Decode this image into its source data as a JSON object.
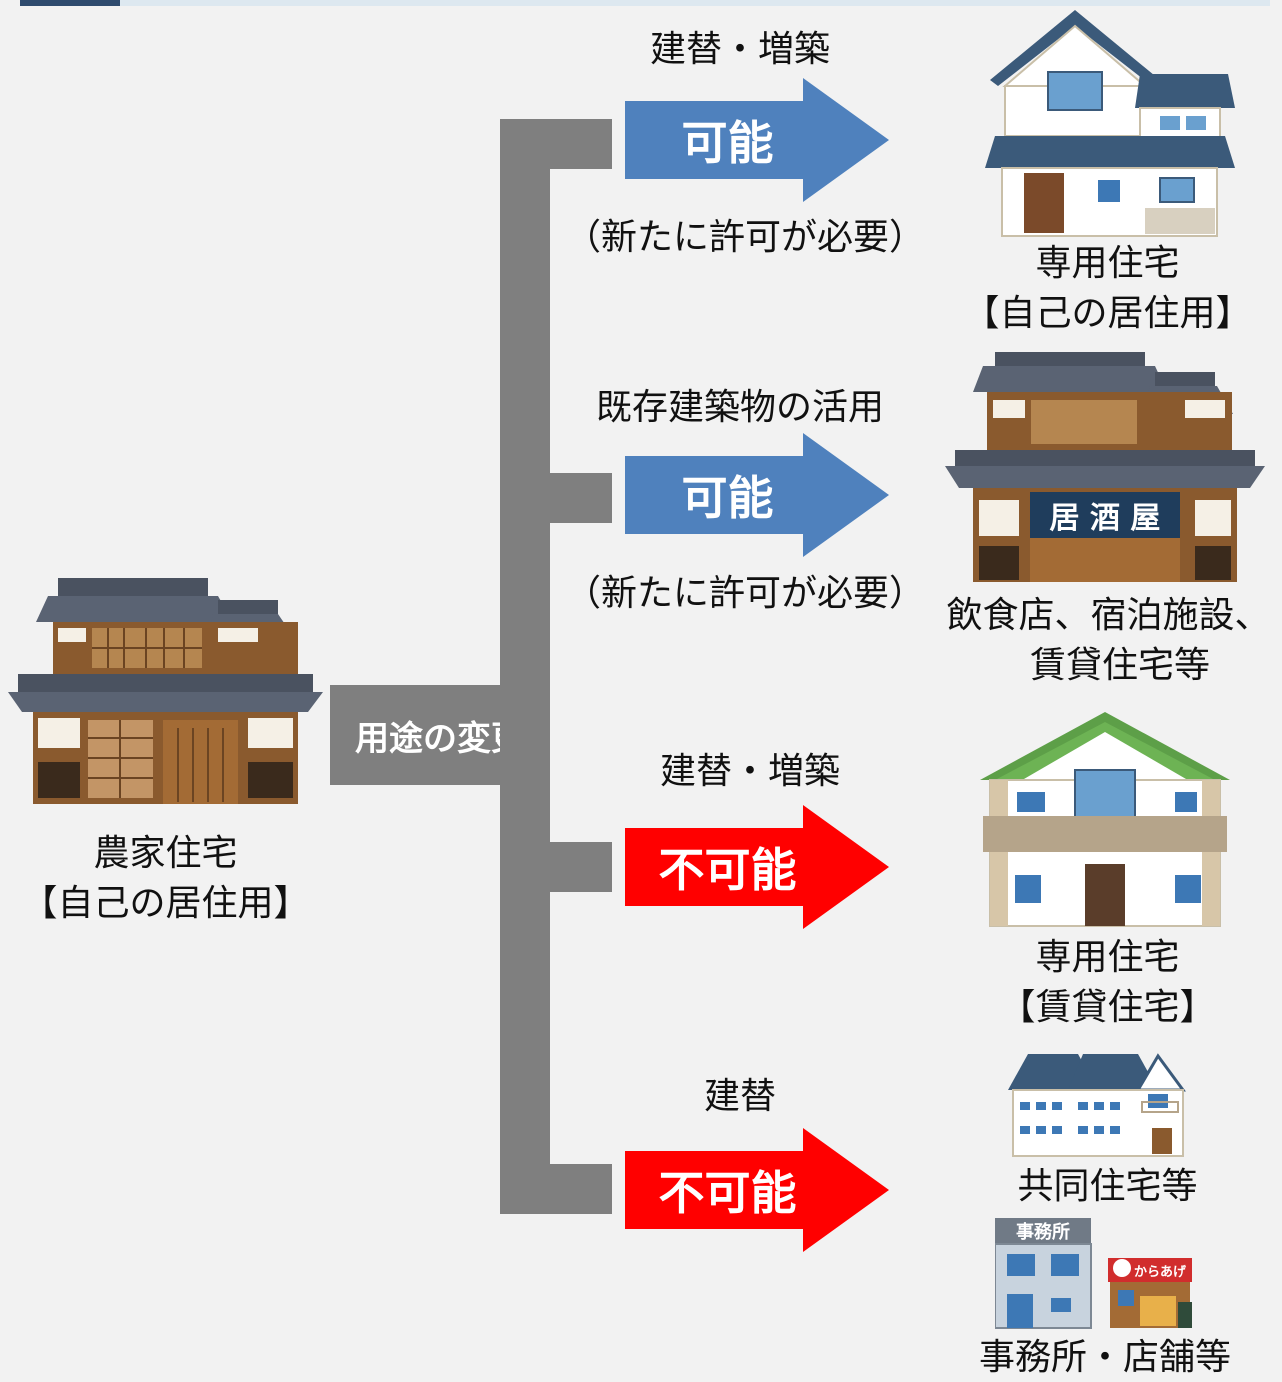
{
  "source": {
    "label_line1": "農家住宅",
    "label_line2": "【自己の居住用】",
    "icon": "traditional-farmhouse-icon"
  },
  "trunk_label": "用途の変更",
  "colors": {
    "possible": "#4f81bd",
    "impossible": "#ff0000",
    "connector": "#7f7f7f"
  },
  "branches": [
    {
      "top_label": "建替・増築",
      "verdict": "可能",
      "note": "（新たに許可が必要）",
      "target_line1": "専用住宅",
      "target_line2": "【自己の居住用】",
      "icon": "two-story-house-icon"
    },
    {
      "top_label": "既存建築物の活用",
      "verdict": "可能",
      "note": "（新たに許可が必要）",
      "target_line1": "飲食店、宿泊施設、",
      "target_line2": "賃貸住宅等",
      "icon": "izakaya-building-icon",
      "sign_text": "居 酒 屋"
    },
    {
      "top_label": "建替・増築",
      "verdict": "不可能",
      "target_line1": "専用住宅",
      "target_line2": "【賃貸住宅】",
      "icon": "rental-house-icon"
    },
    {
      "top_label": "建替",
      "verdict": "不可能",
      "target_line1": "共同住宅等",
      "target_line2": "事務所・店舗等",
      "icon": "apartment-building-icon",
      "office_sign": "事務所",
      "shop_sign": "からあげ"
    }
  ]
}
